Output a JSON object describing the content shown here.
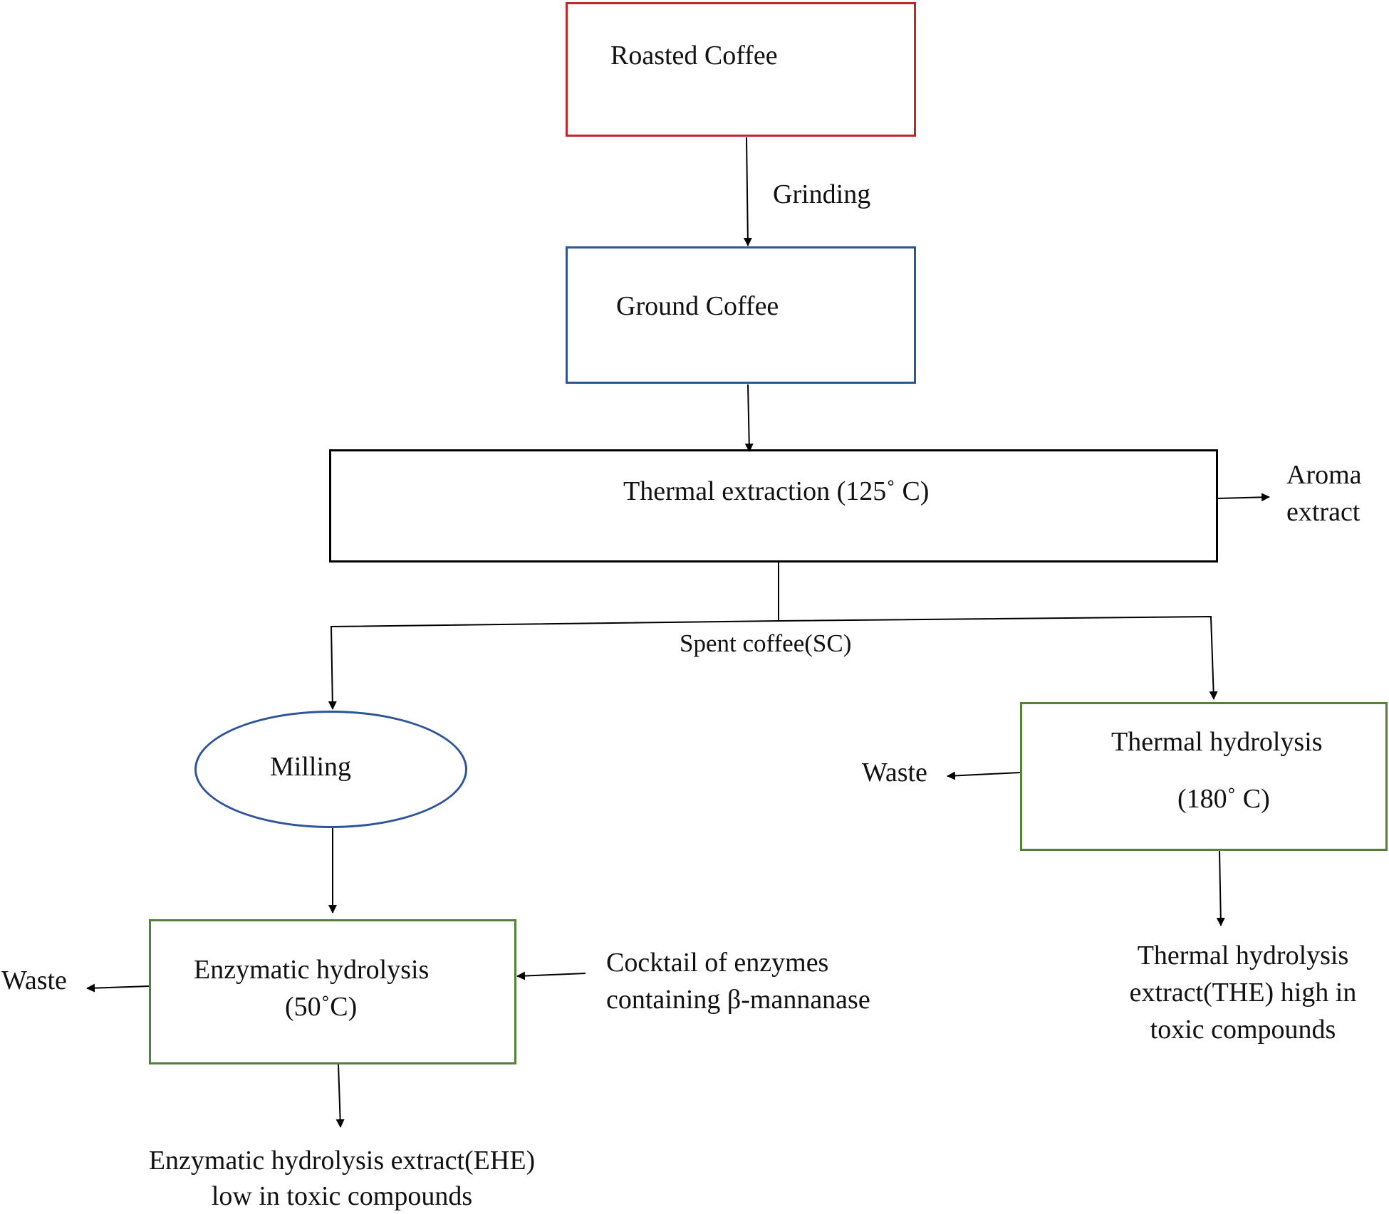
{
  "colors": {
    "roasted_border": "#c0272d",
    "ground_border": "#2e5597",
    "thermal_extraction_border": "#000000",
    "milling_border": "#2e5597",
    "enzymatic_border": "#538135",
    "thermal_hydrolysis_border": "#538135",
    "arrow": "#000000"
  },
  "nodes": {
    "roasted_coffee": "Roasted Coffee",
    "ground_coffee": "Ground Coffee",
    "thermal_extraction": "Thermal extraction (125˚ C)",
    "milling": "Milling",
    "enzymatic_hydrolysis_line1": "Enzymatic hydrolysis",
    "enzymatic_hydrolysis_line2": "(50˚C)",
    "thermal_hydrolysis_line1": "Thermal hydrolysis",
    "thermal_hydrolysis_line2": "(180˚ C)"
  },
  "labels": {
    "grinding": "Grinding",
    "aroma_line1": "Aroma",
    "aroma_line2": "extract",
    "spent_coffee": "Spent coffee(SC)",
    "waste_left": "Waste",
    "waste_right": "Waste",
    "cocktail_line1": "Cocktail of enzymes",
    "cocktail_line2": "containing β-mannanase",
    "ehe_line1": "Enzymatic hydrolysis extract(EHE)",
    "ehe_line2": "low in toxic compounds",
    "the_line1": "Thermal hydrolysis",
    "the_line2": "extract(THE) high in",
    "the_line3": "toxic compounds"
  }
}
